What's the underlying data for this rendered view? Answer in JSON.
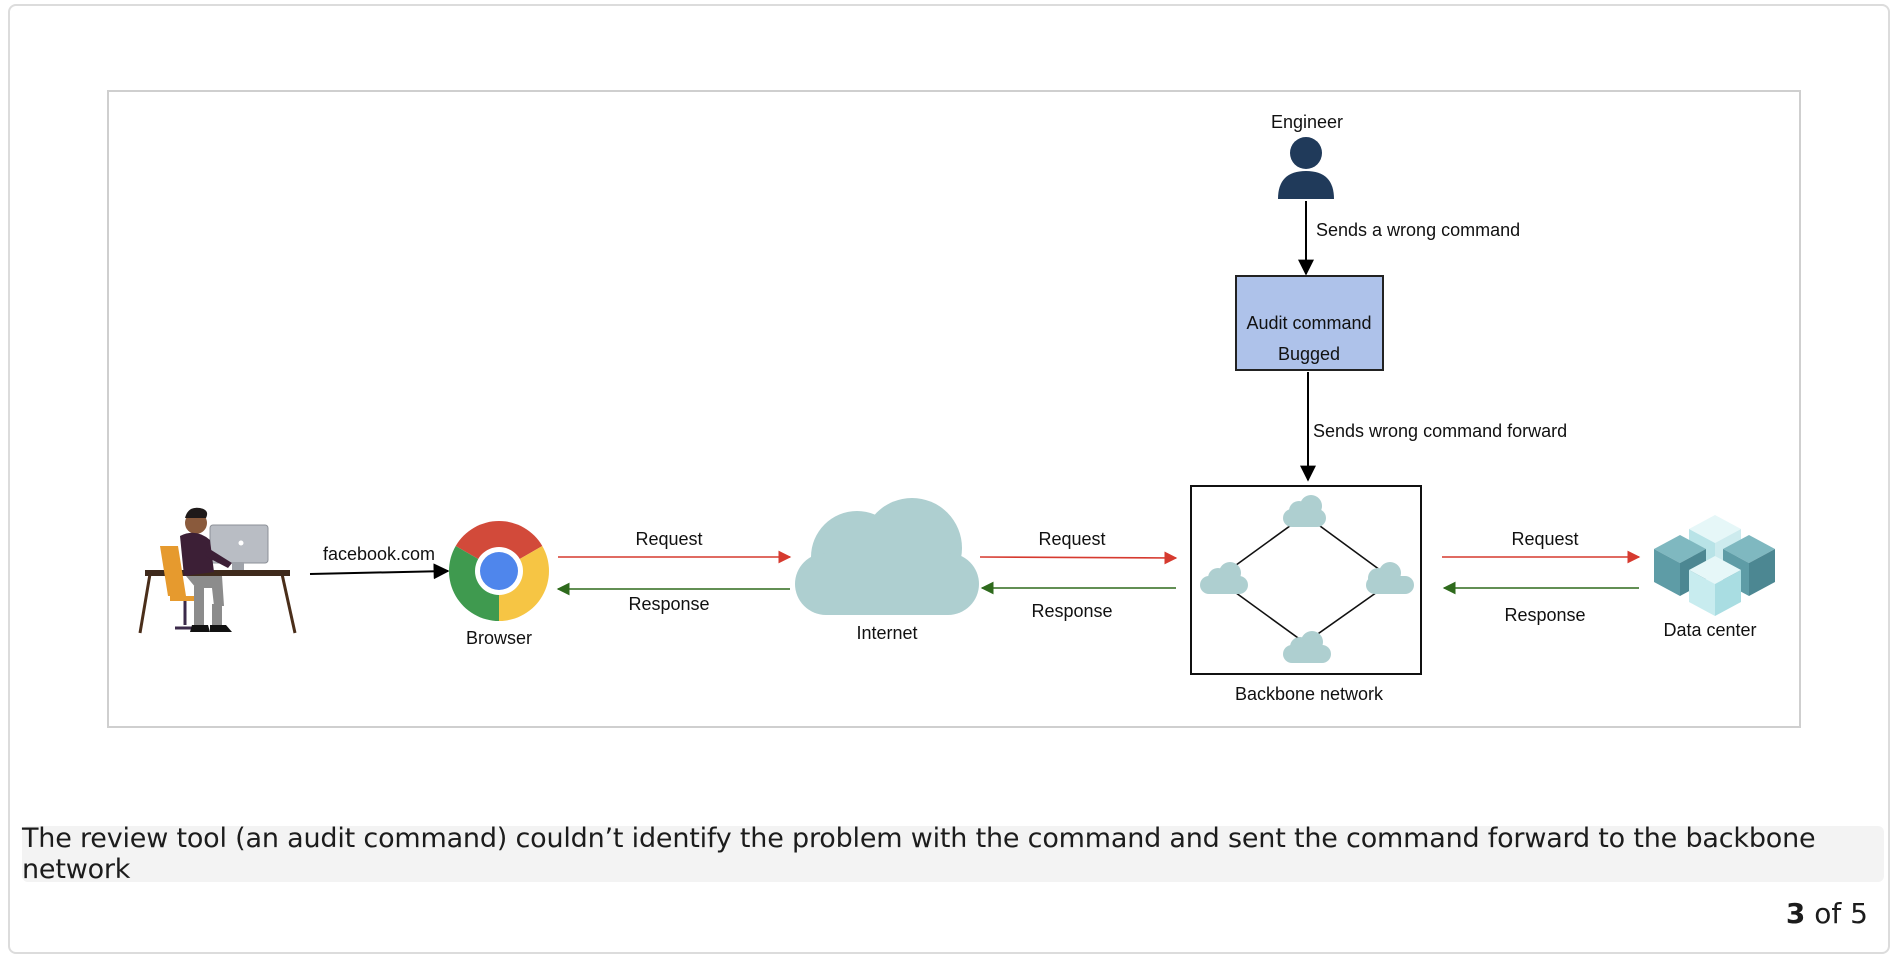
{
  "diagram": {
    "labels": {
      "engineer": "Engineer",
      "sends_wrong_command": "Sends a wrong command",
      "audit_line1": "Audit command",
      "audit_line2": "Bugged",
      "sends_wrong_forward": "Sends wrong command forward",
      "url": "facebook.com",
      "browser": "Browser",
      "internet": "Internet",
      "backbone": "Backbone network",
      "datacenter": "Data center",
      "req1": "Request",
      "resp1": "Response",
      "req2": "Request",
      "resp2": "Response",
      "req3": "Request",
      "resp3": "Response"
    },
    "colors": {
      "request_arrow": "#d63a2f",
      "response_arrow": "#2e6a1c",
      "audit_box_fill": "#aec2ea",
      "cloud_fill": "#aecfd0",
      "person_fill": "#203a5a",
      "cube_dark": "#5e9ca6",
      "cube_light": "#c8ecef"
    }
  },
  "caption": "The review tool (an audit command) couldn’t identify the problem with the command and sent the command forward to the backbone network",
  "pager": {
    "current": "3",
    "of_total": "of 5"
  }
}
